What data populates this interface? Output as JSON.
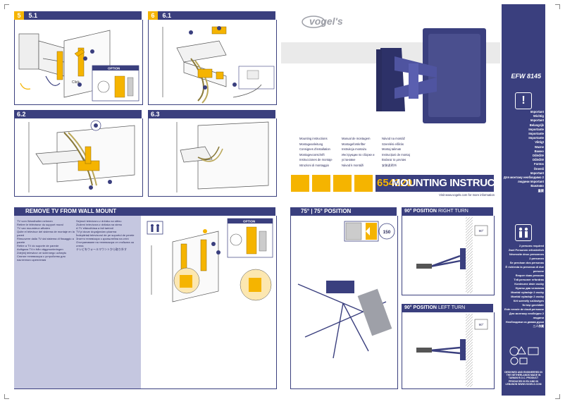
{
  "top_left": {
    "step5": {
      "num": "5",
      "label": "5.1",
      "option_label": "OPTION",
      "click_label": "Click"
    },
    "step6": {
      "num": "6",
      "label": "6.1"
    },
    "step62": {
      "label": "6.2"
    },
    "step63": {
      "label": "6.3"
    }
  },
  "cover": {
    "brand": "vogel's",
    "model": "EFW 8145",
    "languages_col1": [
      "Mounting instructions",
      "Montageanleitung",
      "Consignes d'installation",
      "Montagevoorschrift",
      "Instrucciones de montaje",
      "Istruzioni di montaggio"
    ],
    "languages_col2": [
      "Manual de montagem",
      "Montageforskrifter",
      "Instrukcja montażu",
      "Инструкции по сборке и установке",
      "Návod k montáži"
    ],
    "languages_col3": [
      "Návod na montáž",
      "Szerelési előírás",
      "Montaj talimatı",
      "Instrucțiuni de montaj",
      "Βιολιεια το μοντακι",
      "安装说明书"
    ],
    "part_number": "654320",
    "title_banner": "MOUNTING INSTRUCTIONS",
    "website": "Visit www.vogels.com for more information",
    "important_list": [
      "Important",
      "Wichtig",
      "Important",
      "Belangrijk",
      "Importante",
      "Importante",
      "Importante",
      "Viktigt",
      "Wazne",
      "Важно",
      "Důležité",
      "Důležité",
      "Fontos",
      "Önemli",
      "Important",
      "Для монтажу необходимо 2 людини Important",
      "Важливо",
      "重要"
    ],
    "two_persons_list": [
      "2 persons required",
      "Zwei Personen erforderlich",
      "Nécessite deux personnes",
      "2 personen",
      "Se precisan dos personas",
      "È richiesta la presenza di due persone",
      "Requer duas pessoas",
      "Två personer erfordras",
      "Konieczne dwie osoby",
      "Нужны два человека",
      "Montáž vyžaduje 2 osoby",
      "Montáž vyžaduje 2 osoby",
      "Két személy szükséges",
      "İki kişi gereklidir",
      "Este nevoie de două persoane",
      "Для монтажу необхідно 2 людини",
      "Необходими са двама души",
      "二人作業"
    ],
    "footer_text": "DESIGNED AND ENGINEERED IN THE NETHERLANDS MADE IN TAIWAN R.O.C. PRODUCT PRODUCED IN EU AND IN LEBANON WWW.VOGELS.COM"
  },
  "bottom_left": {
    "title": "REMOVE TV FROM WALL MOUNT",
    "option_label": "OPTION",
    "bullets_col1": [
      "TV vom Wandhalter nehmen",
      "Retirer le téléviseur du support mural",
      "TV van muursteun afhalen",
      "Quite el televisor del sistema de montaje en la pared",
      "Rimuovere dalla TV dal sistema di fissaggio a parete",
      "Retire a TV do suporte de parede",
      "Avlägsna TV:n från väggmonteringen",
      "Zdejmij telewizor ze ściennego uchwytu",
      "Снятие телевизора с устройства для настенного крепления"
    ],
    "bullets_col2": [
      "Sejmutí televizoru z držáku na stěnu",
      "Zložení televízora z držiaka na stenu",
      "A TV eltávolítása a fali tartóról",
      "TV'yi duvar duyağından çıkarma",
      "Îndepărtați televizorul de pe suportul de perete",
      "Зняття телевізора з кронштейна на стіні",
      "Отстраняване на телевизора от стойката за стена",
      "テレビをウォールマウントから取り外す"
    ]
  },
  "bottom_mid": {
    "title_a": "75° | 75° POSITION",
    "badge": "150",
    "angle_right": "90°",
    "angle_left": "90°"
  },
  "bottom_right": {
    "title_right": "90° POSITION",
    "title_right_suffix": "RIGHT TURN",
    "title_left": "90° POSITION",
    "title_left_suffix": "LEFT TURN"
  },
  "colors": {
    "navy": "#3a3f7e",
    "yellow": "#f5b400",
    "grey": "#9ea0a8"
  }
}
